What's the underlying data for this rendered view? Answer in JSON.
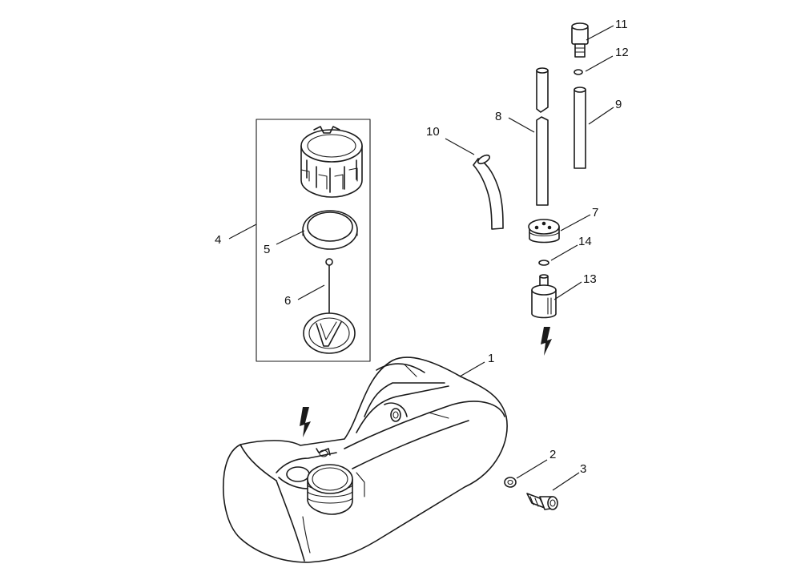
{
  "labels": {
    "p1": "1",
    "p2": "2",
    "p3": "3",
    "p4": "4",
    "p5": "5",
    "p6": "6",
    "p7": "7",
    "p8": "8",
    "p9": "9",
    "p10": "10",
    "p11": "11",
    "p12": "12",
    "p13": "13",
    "p14": "14"
  }
}
